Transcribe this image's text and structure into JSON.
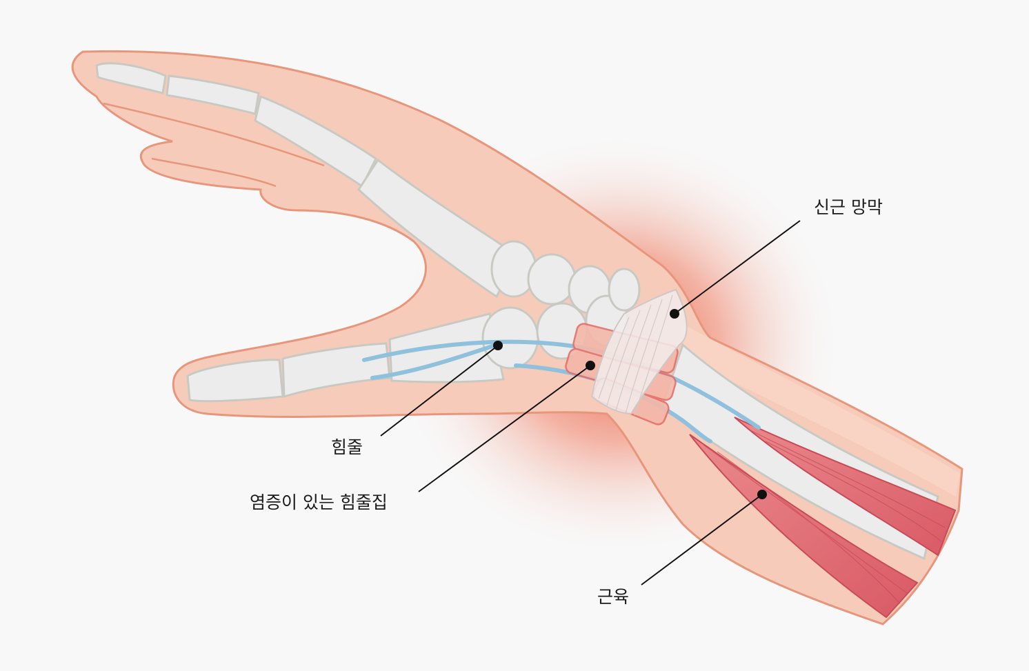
{
  "labels": {
    "retinaculum": "신근 망막",
    "tendon": "힘줄",
    "inflamed_sheath": "염증이 있는 힘줄집",
    "muscle": "근육"
  },
  "colors": {
    "background": "#f8f8f8",
    "skin": "#f7cbb9",
    "skin_outline": "#e7967c",
    "bone": "#ececec",
    "bone_outline": "#c9c9c3",
    "tendon": "#8fc0dc",
    "muscle": "#e4727a",
    "inflammation": "#e8553c",
    "leader_line": "#111111"
  }
}
